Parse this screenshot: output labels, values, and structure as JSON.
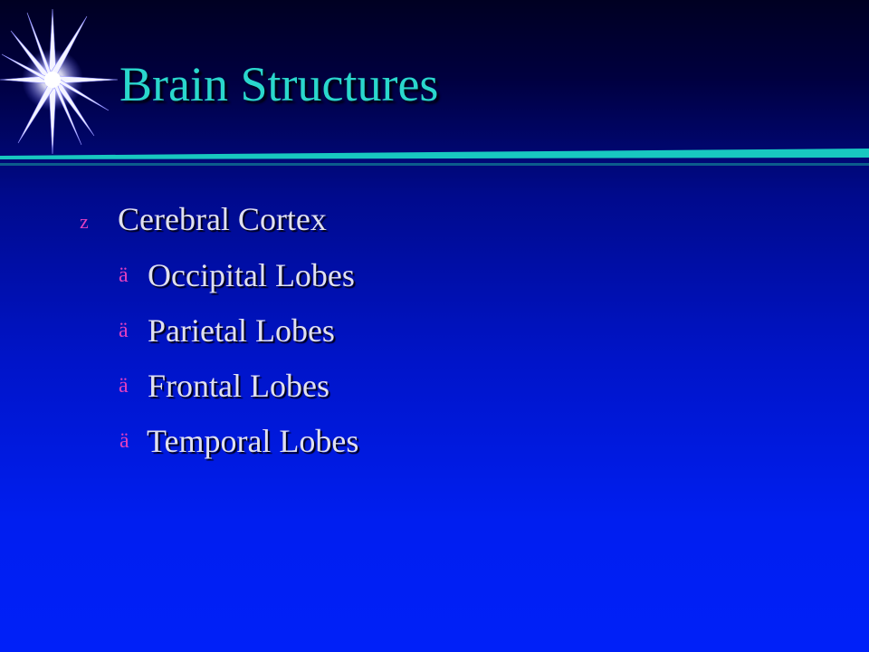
{
  "slide": {
    "title": "Brain Structures",
    "bullets": [
      {
        "marker": "z",
        "text": "Cerebral Cortex",
        "level": 1
      },
      {
        "marker": "ä",
        "text": " Occipital Lobes",
        "level": 2
      },
      {
        "marker": "ä",
        "text": " Parietal Lobes",
        "level": 2
      },
      {
        "marker": "ä",
        "text": " Frontal Lobes",
        "level": 2
      },
      {
        "marker": "ä",
        "text": "Temporal Lobes",
        "level": 2
      }
    ]
  },
  "colors": {
    "title": "#2ad7cc",
    "body_text": "#e0e0f0",
    "bullet_marker": "#e040c0",
    "rule": "#18c8c0"
  },
  "icons": {
    "logo": "sparkle-star-icon"
  }
}
